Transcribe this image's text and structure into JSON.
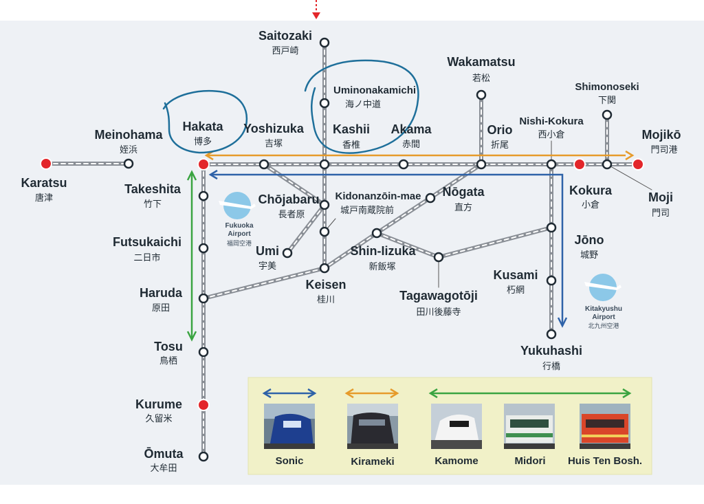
{
  "stations": {
    "saitozaki": {
      "en": "Saitozaki",
      "jp": "西戸崎"
    },
    "uminonakamichi": {
      "en": "Uminonakamichi",
      "jp": "海ノ中道"
    },
    "wakamatsu": {
      "en": "Wakamatsu",
      "jp": "若松"
    },
    "shimonoseki": {
      "en": "Shimonoseki",
      "jp": "下関"
    },
    "meinohama": {
      "en": "Meinohama",
      "jp": "姪浜"
    },
    "hakata": {
      "en": "Hakata",
      "jp": "博多"
    },
    "yoshizuka": {
      "en": "Yoshizuka",
      "jp": "吉塚"
    },
    "kashii": {
      "en": "Kashii",
      "jp": "香椎"
    },
    "akama": {
      "en": "Akama",
      "jp": "赤間"
    },
    "orio": {
      "en": "Orio",
      "jp": "折尾"
    },
    "nishikokura": {
      "en": "Nishi-Kokura",
      "jp": "西小倉"
    },
    "mojiko": {
      "en": "Mojikō",
      "jp": "門司港"
    },
    "karatsu": {
      "en": "Karatsu",
      "jp": "唐津"
    },
    "takeshita": {
      "en": "Takeshita",
      "jp": "竹下"
    },
    "chojabaru": {
      "en": "Chōjabaru",
      "jp": "長者原"
    },
    "kidonanzoin": {
      "en": "Kidonanzōin-mae",
      "jp": "城戸南蔵院前"
    },
    "nogata": {
      "en": "Nōgata",
      "jp": "直方"
    },
    "kokura": {
      "en": "Kokura",
      "jp": "小倉"
    },
    "moji": {
      "en": "Moji",
      "jp": "門司"
    },
    "futsukaichi": {
      "en": "Futsukaichi",
      "jp": "二日市"
    },
    "umi": {
      "en": "Umi",
      "jp": "宇美"
    },
    "shiniizuka": {
      "en": "Shin-Iizuka",
      "jp": "新飯塚"
    },
    "jono": {
      "en": "Jōno",
      "jp": "城野"
    },
    "kusami": {
      "en": "Kusami",
      "jp": "朽網"
    },
    "keisen": {
      "en": "Keisen",
      "jp": "桂川"
    },
    "haruda": {
      "en": "Haruda",
      "jp": "原田"
    },
    "tagawagotoji": {
      "en": "Tagawagotōji",
      "jp": "田川後藤寺"
    },
    "tosu": {
      "en": "Tosu",
      "jp": "鳥栖"
    },
    "yukuhashi": {
      "en": "Yukuhashi",
      "jp": "行橋"
    },
    "kurume": {
      "en": "Kurume",
      "jp": "久留米"
    },
    "omuta": {
      "en": "Ōmuta",
      "jp": "大牟田"
    }
  },
  "airports": {
    "fukuoka": {
      "line1": "Fukuoka",
      "line2": "Airport",
      "jp": "福岡空港"
    },
    "kitakyushu": {
      "line1": "Kitakyushu",
      "line2": "Airport",
      "jp": "北九州空港"
    }
  },
  "legend": {
    "sonic": "Sonic",
    "kirameki": "Kirameki",
    "kamome": "Kamome",
    "midori": "Midori",
    "huis_ten_bosch": "Huis Ten Bosh."
  },
  "colors": {
    "sonic": "#2e62a8",
    "kirameki": "#e69b2b",
    "kamome": "#3aa441",
    "major_station": "#e3262a",
    "annotation_ink": "#1e6f9a"
  }
}
